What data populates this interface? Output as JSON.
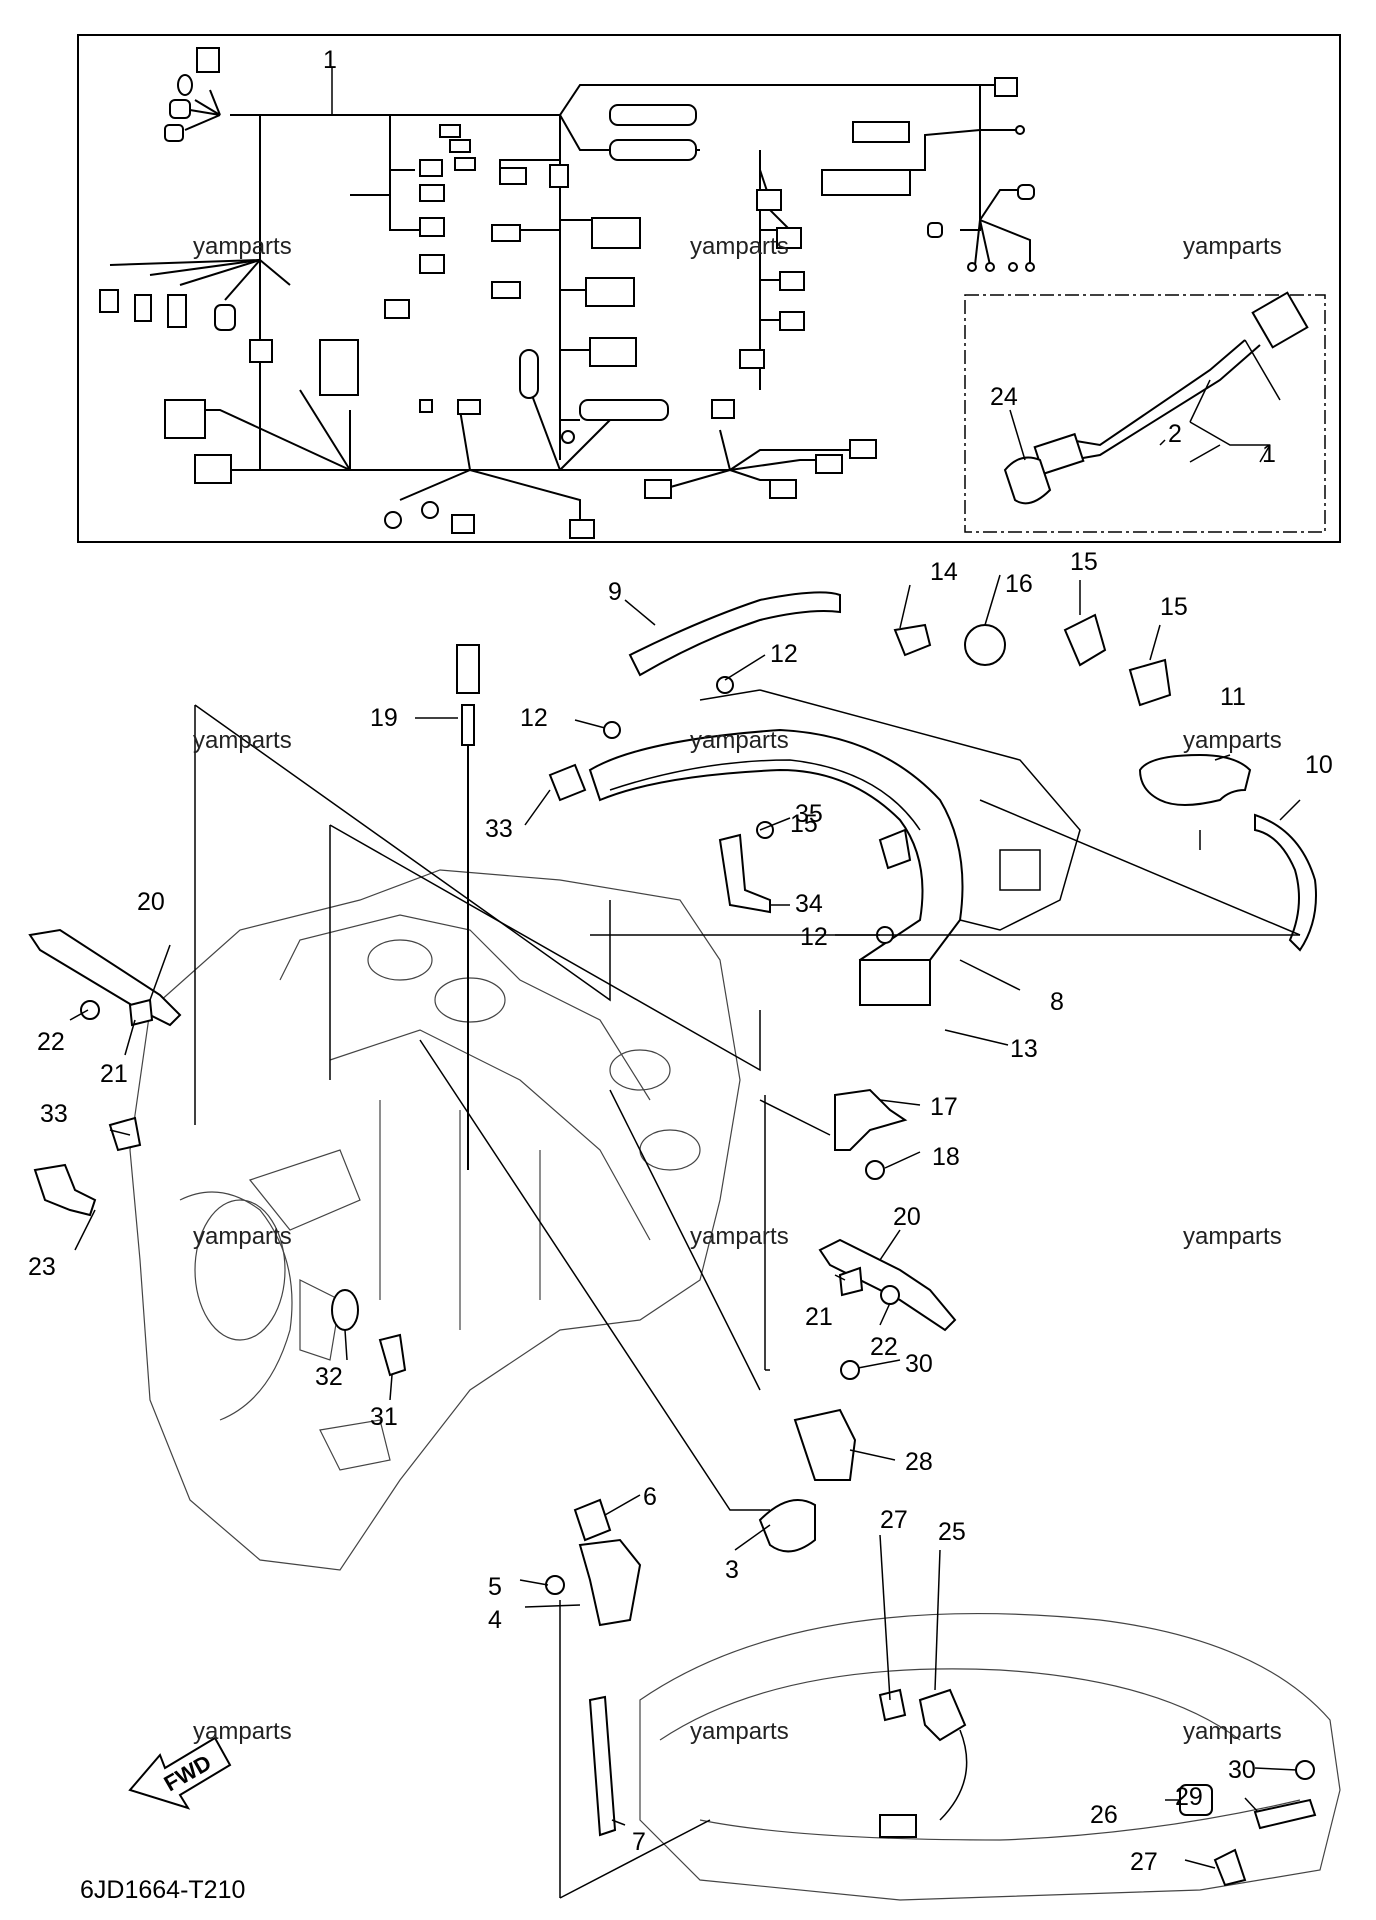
{
  "diagram": {
    "code": "6JD1664-T210",
    "fwd_label": "FWD",
    "watermark": "yamparts",
    "callouts": [
      {
        "id": "c1a",
        "text": "1"
      },
      {
        "id": "c1b",
        "text": "1"
      },
      {
        "id": "c2",
        "text": "2"
      },
      {
        "id": "c24",
        "text": "24"
      },
      {
        "id": "c9",
        "text": "9"
      },
      {
        "id": "c14",
        "text": "14"
      },
      {
        "id": "c16",
        "text": "16"
      },
      {
        "id": "c15a",
        "text": "15"
      },
      {
        "id": "c15b",
        "text": "15"
      },
      {
        "id": "c15c",
        "text": "15"
      },
      {
        "id": "c12a",
        "text": "12"
      },
      {
        "id": "c12b",
        "text": "12"
      },
      {
        "id": "c12c",
        "text": "12"
      },
      {
        "id": "c11",
        "text": "11"
      },
      {
        "id": "c10",
        "text": "10"
      },
      {
        "id": "c19",
        "text": "19"
      },
      {
        "id": "c33a",
        "text": "33"
      },
      {
        "id": "c33b",
        "text": "33"
      },
      {
        "id": "c35",
        "text": "35"
      },
      {
        "id": "c34",
        "text": "34"
      },
      {
        "id": "c20a",
        "text": "20"
      },
      {
        "id": "c20b",
        "text": "20"
      },
      {
        "id": "c22a",
        "text": "22"
      },
      {
        "id": "c22b",
        "text": "22"
      },
      {
        "id": "c21a",
        "text": "21"
      },
      {
        "id": "c21b",
        "text": "21"
      },
      {
        "id": "c8",
        "text": "8"
      },
      {
        "id": "c13",
        "text": "13"
      },
      {
        "id": "c17",
        "text": "17"
      },
      {
        "id": "c18",
        "text": "18"
      },
      {
        "id": "c23",
        "text": "23"
      },
      {
        "id": "c32",
        "text": "32"
      },
      {
        "id": "c31",
        "text": "31"
      },
      {
        "id": "c30a",
        "text": "30"
      },
      {
        "id": "c30b",
        "text": "30"
      },
      {
        "id": "c28",
        "text": "28"
      },
      {
        "id": "c6",
        "text": "6"
      },
      {
        "id": "c27a",
        "text": "27"
      },
      {
        "id": "c27b",
        "text": "27"
      },
      {
        "id": "c25",
        "text": "25"
      },
      {
        "id": "c3",
        "text": "3"
      },
      {
        "id": "c5",
        "text": "5"
      },
      {
        "id": "c4",
        "text": "4"
      },
      {
        "id": "c29",
        "text": "29"
      },
      {
        "id": "c26",
        "text": "26"
      },
      {
        "id": "c7",
        "text": "7"
      }
    ]
  }
}
